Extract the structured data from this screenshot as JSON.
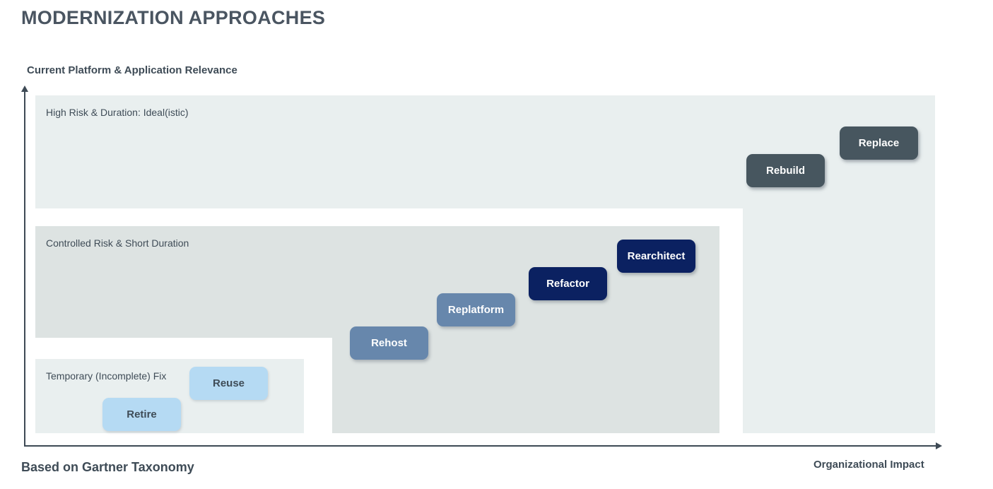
{
  "title": "MODERNIZATION APPROACHES",
  "axes": {
    "y_label": "Current Platform & Application Relevance",
    "x_label": "Organizational Impact",
    "axis_color": "#3e4a55"
  },
  "footer": {
    "source_note": "Based on Gartner Taxonomy"
  },
  "zones": [
    {
      "name": "high-risk",
      "label": "High Risk & Duration: Ideal(istic)",
      "fill": "#e9efef"
    },
    {
      "name": "controlled-risk",
      "label": "Controlled Risk & Short Duration",
      "fill": "#dde3e2"
    },
    {
      "name": "temporary-fix",
      "label": "Temporary (Incomplete) Fix",
      "fill": "#e9efef"
    }
  ],
  "approaches": [
    {
      "label": "Retire",
      "tier": "light-blue",
      "fill": "#b5daf3",
      "text_color": "#3f4c57",
      "zone": "temporary-fix"
    },
    {
      "label": "Reuse",
      "tier": "light-blue",
      "fill": "#b5daf3",
      "text_color": "#3f4c57",
      "zone": "temporary-fix"
    },
    {
      "label": "Rehost",
      "tier": "steel-blue",
      "fill": "#6787ac",
      "text_color": "#ffffff",
      "zone": "controlled-risk"
    },
    {
      "label": "Replatform",
      "tier": "steel-blue",
      "fill": "#6787ac",
      "text_color": "#ffffff",
      "zone": "controlled-risk"
    },
    {
      "label": "Refactor",
      "tier": "navy",
      "fill": "#0b2161",
      "text_color": "#ffffff",
      "zone": "controlled-risk"
    },
    {
      "label": "Rearchitect",
      "tier": "navy",
      "fill": "#0b2161",
      "text_color": "#ffffff",
      "zone": "controlled-risk"
    },
    {
      "label": "Rebuild",
      "tier": "slate",
      "fill": "#47565f",
      "text_color": "#ffffff",
      "zone": "high-risk"
    },
    {
      "label": "Replace",
      "tier": "slate",
      "fill": "#47565f",
      "text_color": "#ffffff",
      "zone": "high-risk"
    }
  ],
  "text_colors": {
    "title": "#4a5561",
    "labels": "#3e4b56",
    "zone_label": "#3f4c57"
  }
}
